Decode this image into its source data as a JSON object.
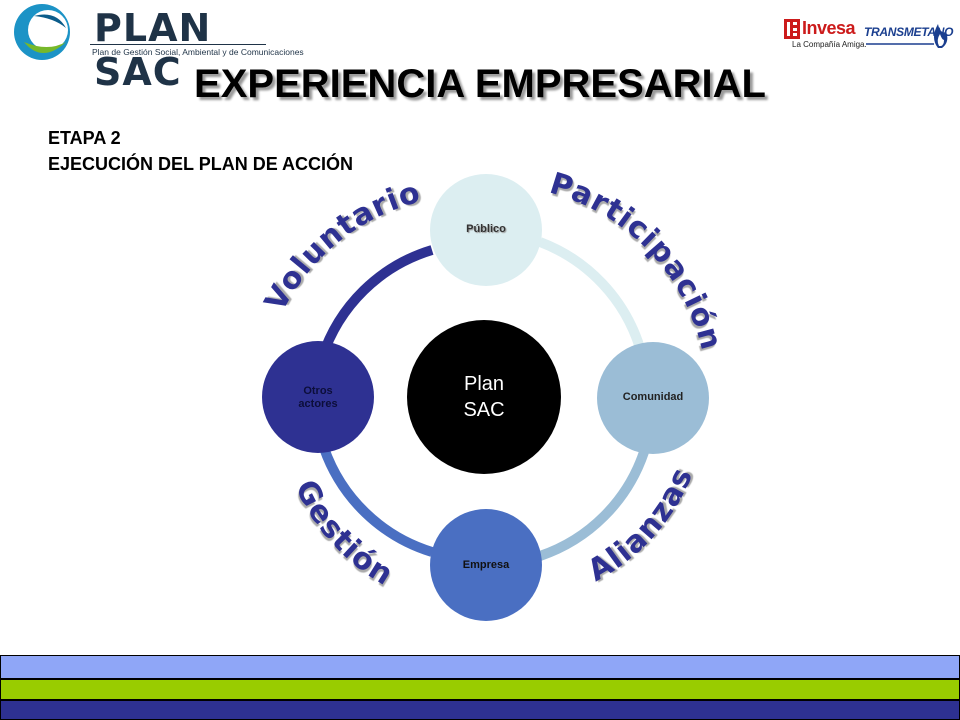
{
  "header": {
    "brand_name": "PLAN SAC",
    "brand_tagline": "Plan de Gestión Social, Ambiental y de Comunicaciones",
    "partner_1_name": "Invesa",
    "partner_1_tagline": "La Compañía Amiga.",
    "partner_2_name": "TRANSMETANO"
  },
  "title": "EXPERIENCIA EMPRESARIAL",
  "stage": {
    "line1": "ETAPA 2",
    "line2": "EJECUCIÓN DEL PLAN DE ACCIÓN"
  },
  "diagram": {
    "center_line1": "Plan",
    "center_line2": "SAC",
    "nodes": {
      "top": "Público",
      "right": "Comunidad",
      "bottom": "Empresa",
      "left_line1": "Otros",
      "left_line2": "actores"
    },
    "arc_labels": {
      "top_left": "Voluntario",
      "top_right": "Participación",
      "bottom_right": "Alianzas",
      "bottom_left": "Gestión"
    }
  },
  "colors": {
    "center": "#000000",
    "node_top": "#dceef1",
    "node_right": "#9bbdd6",
    "node_bottom": "#4a6fc2",
    "node_left": "#2e3192",
    "arc_label": "#2e3192",
    "footer_top": "#8fa6f7",
    "footer_middle": "#99cc00",
    "footer_bottom": "#2e3192"
  }
}
